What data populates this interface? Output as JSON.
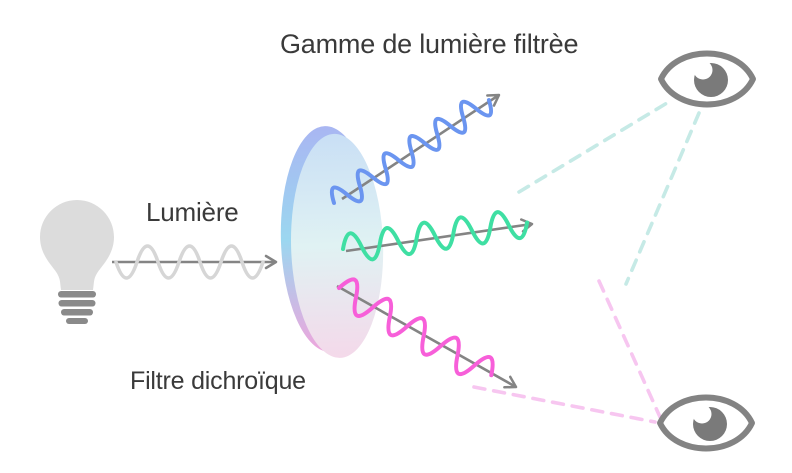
{
  "diagram": {
    "title": "Gamme de lumière filtrèe",
    "source_label": "Lumière",
    "filter_label": "Filtre dichroïque"
  },
  "icons": {
    "source": "light-bulb-icon",
    "observer_top": "eye-icon",
    "observer_bottom": "eye-icon"
  },
  "colors": {
    "background": "#ffffff",
    "text": "#3a3a3a",
    "bulb_body": "#dcdcdc",
    "bulb_base": "#8a8a8a",
    "arrow": "#848484",
    "incident_wave": "#d6d6d6",
    "blue_wave": "#6b95f0",
    "green_wave": "#3fdfa3",
    "magenta_wave": "#f75fd9",
    "eye_outline": "#838383",
    "eye_pupil": "#7a7a7a",
    "dashed_cyan": "#c6eae6",
    "dashed_pink": "#f7c6f0",
    "filter_face_top": "#c9dff5",
    "filter_face_mid": "#e0f2f3",
    "filter_face_bottom": "#f4d9ea",
    "filter_rim_top": "#a9b6f2",
    "filter_rim_mid": "#9bd7f0",
    "filter_rim_bottom": "#eea5dc"
  }
}
